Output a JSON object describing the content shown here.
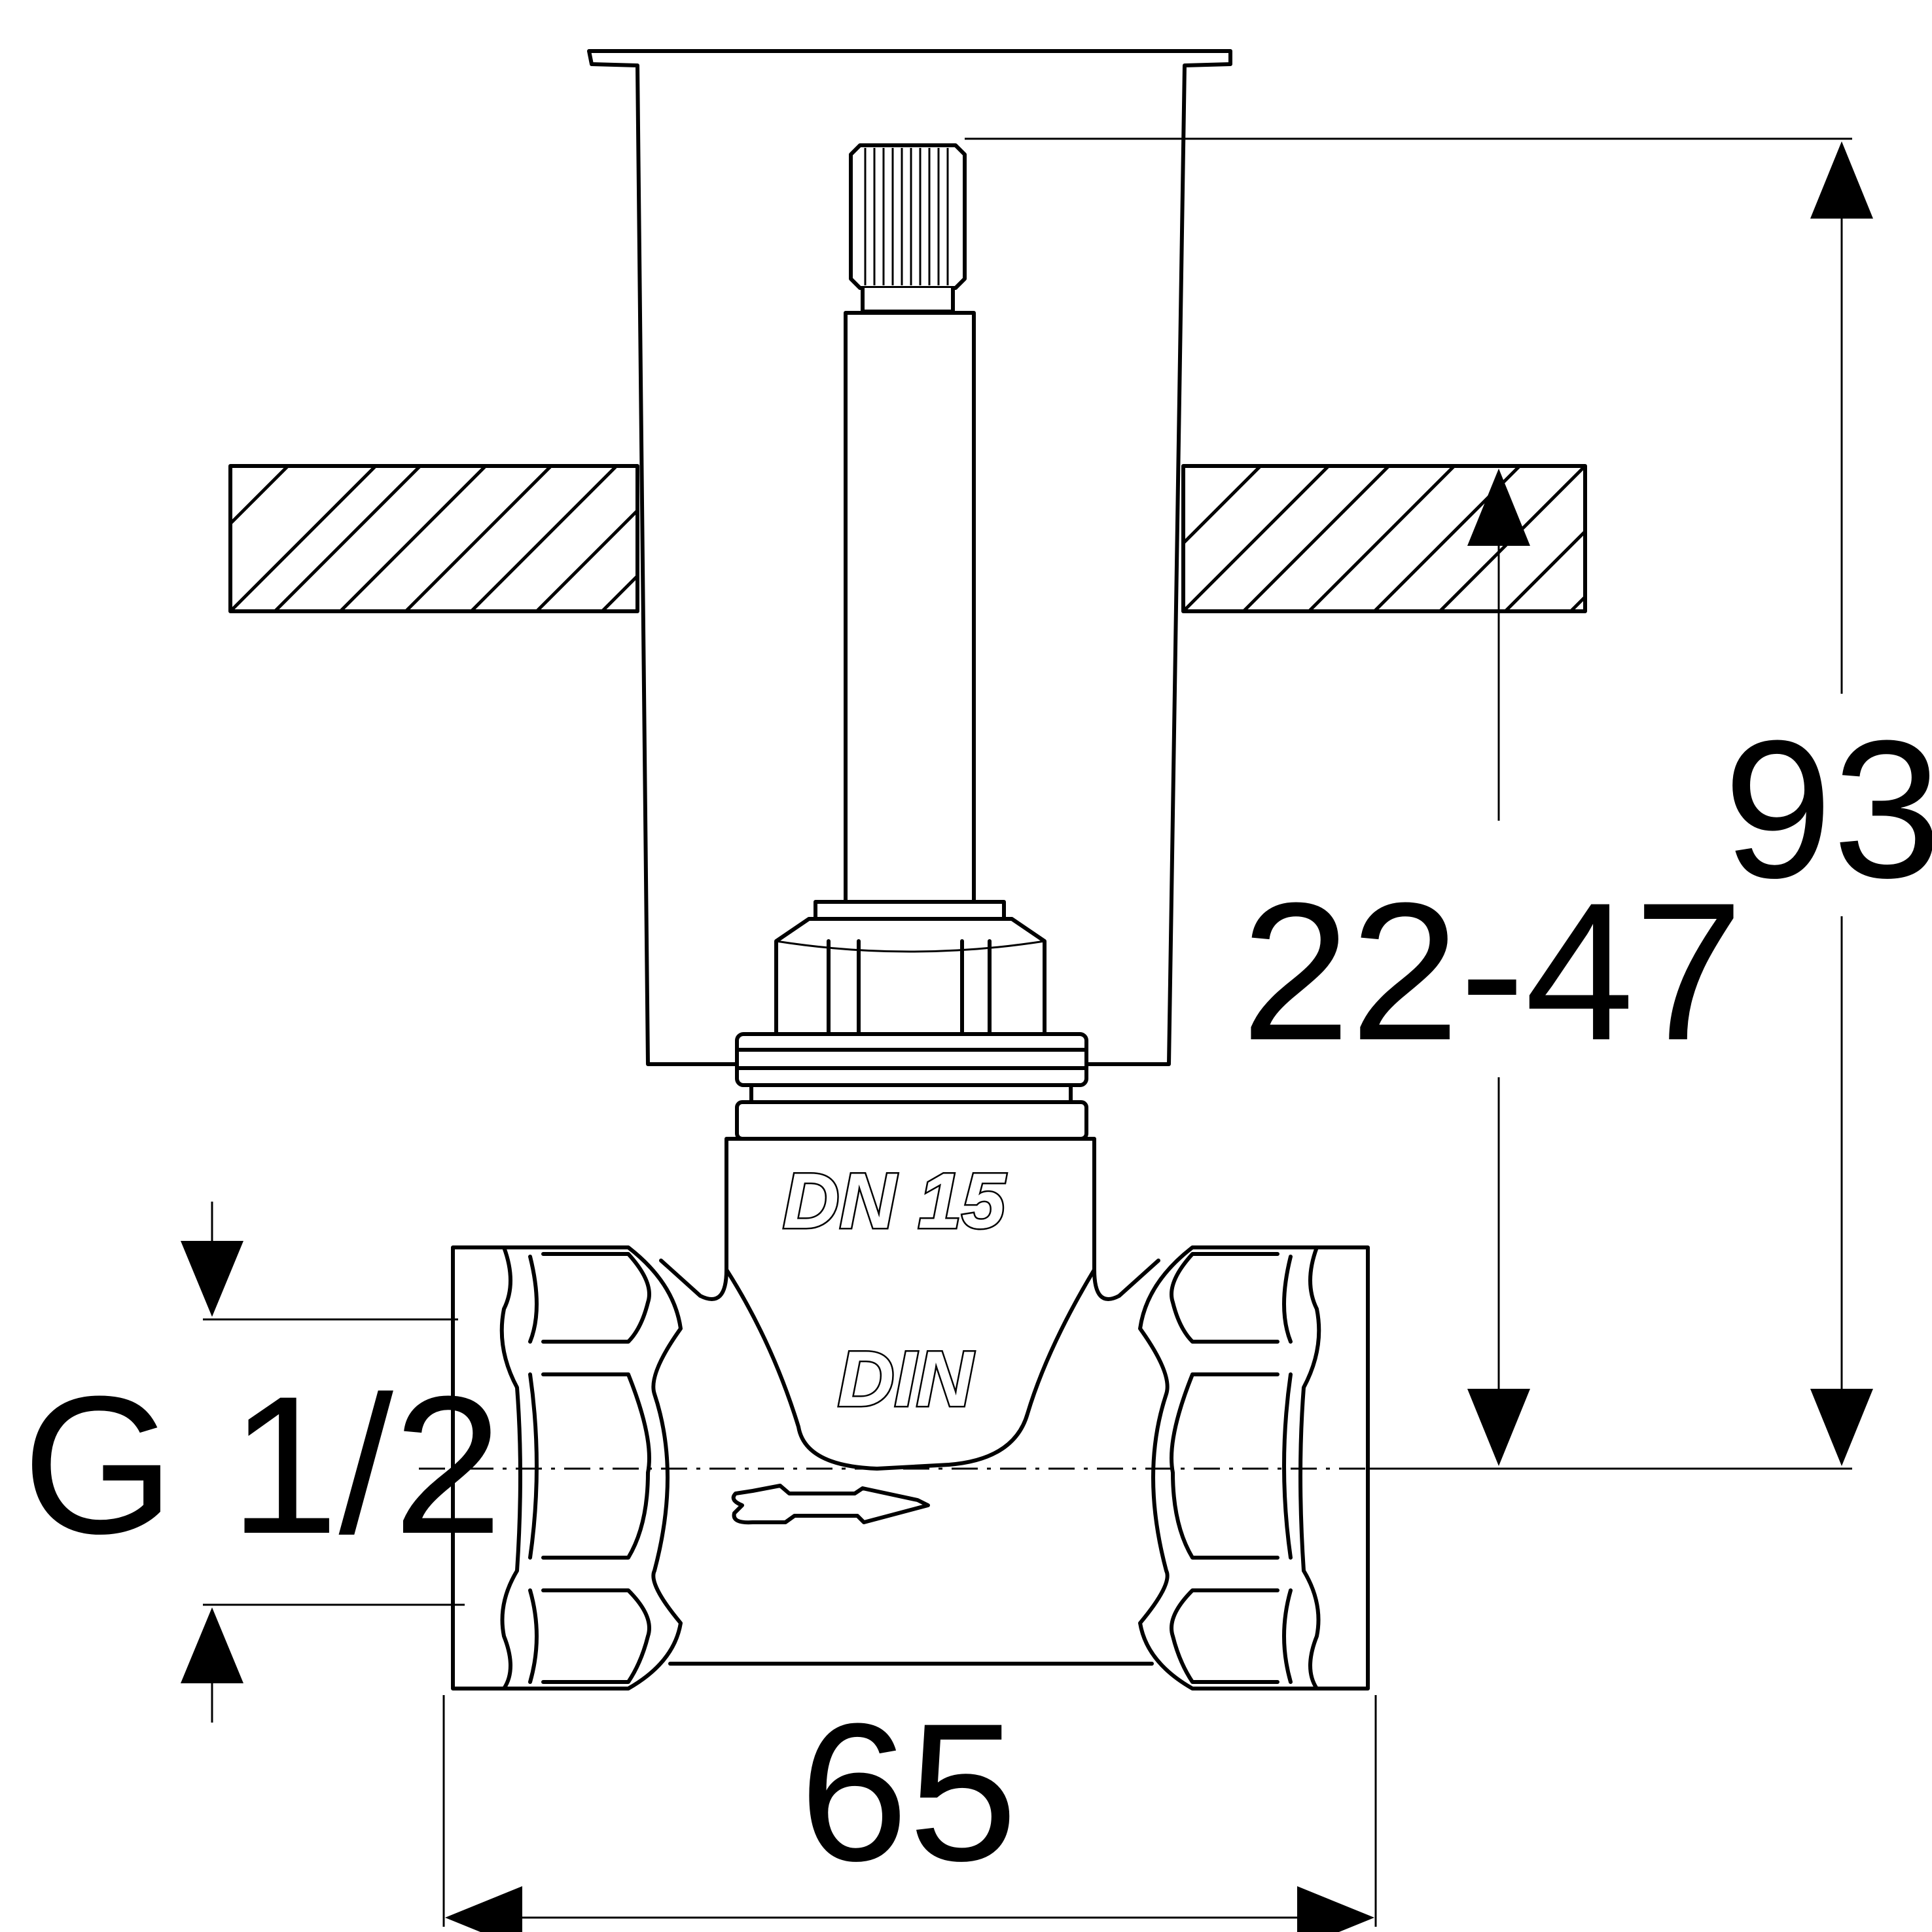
{
  "dimensions": {
    "overall_height": "93",
    "adjustable_range": "22-47",
    "thread_size": "G 1/2",
    "body_length": "65"
  },
  "body_markings": {
    "nominal_size": "DN 15",
    "standard": "DIN"
  }
}
